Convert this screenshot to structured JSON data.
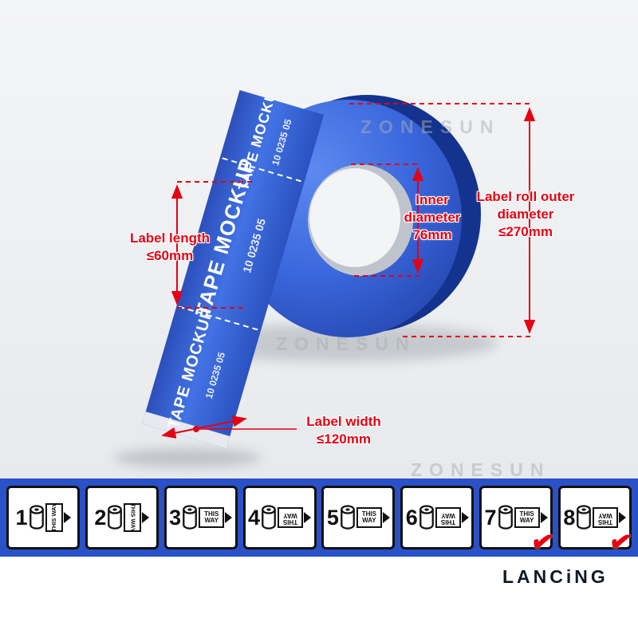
{
  "page": {
    "background": "#eef0f2",
    "accent_red": "#e60012",
    "bar_blue": "#2a51c8",
    "roll_blue": "#3a67dd"
  },
  "watermarks": [
    "ZONESUN",
    "ZONESUN",
    "ZONESUN"
  ],
  "product": {
    "label_title": "TAPE MOCKUP",
    "label_code": "10 0235 05"
  },
  "annotations": {
    "label_length": {
      "label": "Label length",
      "value": "≤60mm"
    },
    "inner_diameter": {
      "label": "Inner diameter",
      "value": "76mm"
    },
    "outer_diameter": {
      "label": "Label roll outer diameter",
      "value": "≤270mm"
    },
    "label_width": {
      "label": "Label width",
      "value": "≤120mm"
    }
  },
  "orientation_bar": {
    "check_glyph": "✔",
    "items": [
      {
        "number": "1",
        "tag": "THIS WAY",
        "orientation": "up",
        "checked": false
      },
      {
        "number": "2",
        "tag": "THIS WAY",
        "orientation": "down",
        "checked": false
      },
      {
        "number": "3",
        "tag": "THIS WAY",
        "orientation": "right",
        "checked": false
      },
      {
        "number": "4",
        "tag": "THIS WAY",
        "orientation": "flipped",
        "checked": false
      },
      {
        "number": "5",
        "tag": "THIS WAY",
        "orientation": "right",
        "checked": false
      },
      {
        "number": "6",
        "tag": "THIS WAY",
        "orientation": "flipped",
        "checked": false
      },
      {
        "number": "7",
        "tag": "THIS WAY",
        "orientation": "right",
        "checked": true
      },
      {
        "number": "8",
        "tag": "THIS WAY",
        "orientation": "flipped",
        "checked": true
      }
    ]
  },
  "brand": "LANCiNG"
}
